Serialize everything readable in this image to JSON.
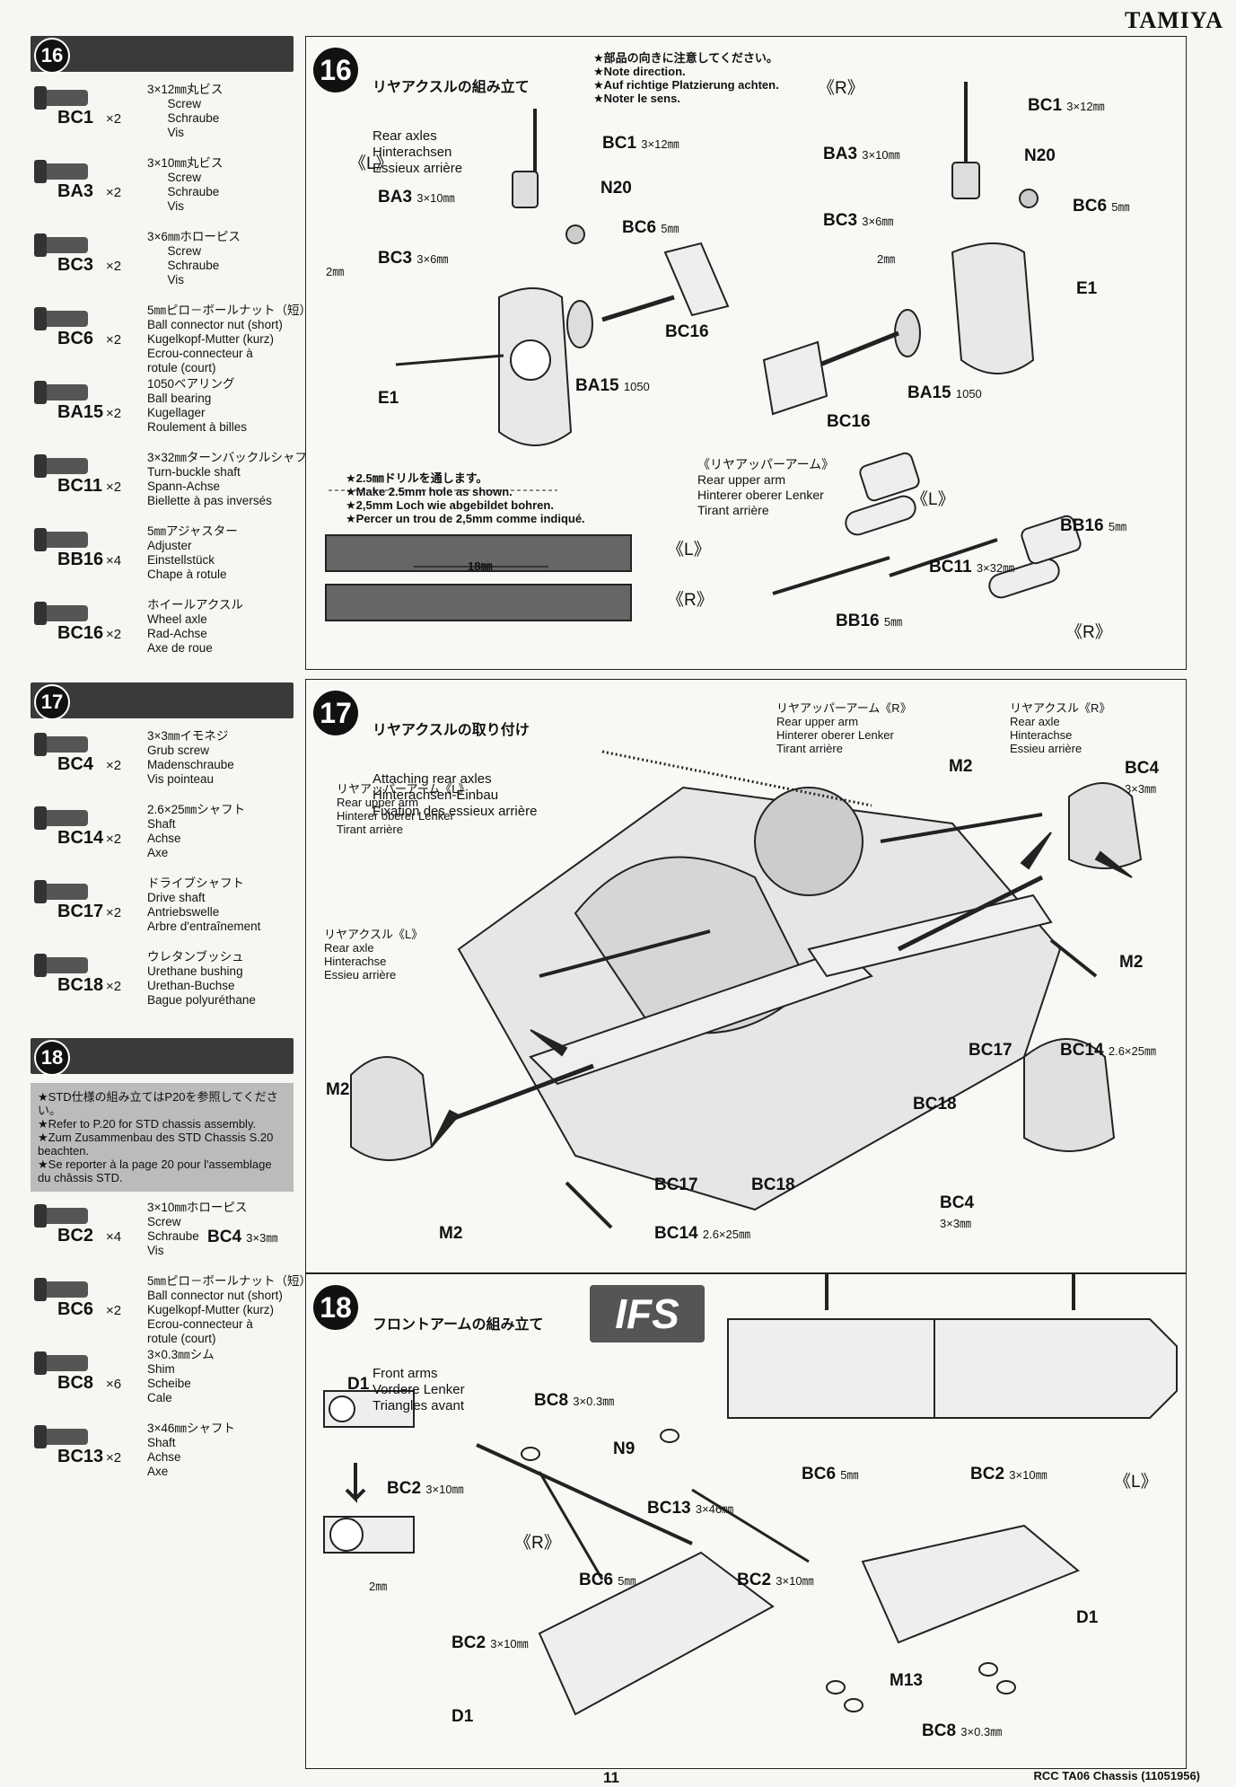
{
  "brand": "TAMIYA",
  "page_number": "11",
  "footer": "RCC TA06 Chassis (11051956)",
  "sidebar": {
    "step16": {
      "num": "16",
      "parts": [
        {
          "code": "BC1",
          "qty": "×2",
          "desc": "3×12㎜丸ビス\n      Screw\n      Schraube\n      Vis"
        },
        {
          "code": "BA3",
          "qty": "×2",
          "desc": "3×10㎜丸ビス\n      Screw\n      Schraube\n      Vis"
        },
        {
          "code": "BC3",
          "qty": "×2",
          "desc": "3×6㎜ホローピス\n      Screw\n      Schraube\n      Vis"
        },
        {
          "code": "BC6",
          "qty": "×2",
          "desc": "5㎜ピロ－ボールナット（短）\nBall connector nut (short)\nKugelkopf-Mutter (kurz)\nEcrou-connecteur à\nrotule (court)"
        },
        {
          "code": "BA15",
          "qty": "×2",
          "desc": "1050ベアリング\nBall bearing\nKugellager\nRoulement à billes"
        },
        {
          "code": "BC11",
          "qty": "×2",
          "desc": "3×32㎜ターンバックルシャフト\nTurn-buckle shaft\nSpann-Achse\nBiellette à pas inversés"
        },
        {
          "code": "BB16",
          "qty": "×4",
          "desc": "5㎜アジャスター\nAdjuster\nEinstellstück\nChape à rotule"
        },
        {
          "code": "BC16",
          "qty": "×2",
          "desc": "ホイールアクスル\nWheel axle\nRad-Achse\nAxe de roue"
        }
      ]
    },
    "step17": {
      "num": "17",
      "parts": [
        {
          "code": "BC4",
          "qty": "×2",
          "desc": "3×3㎜イモネジ\nGrub screw\nMadenschraube\nVis pointeau"
        },
        {
          "code": "BC14",
          "qty": "×2",
          "desc": "2.6×25㎜シャフト\nShaft\nAchse\nAxe"
        },
        {
          "code": "BC17",
          "qty": "×2",
          "desc": "ドライブシャフト\nDrive shaft\nAntriebswelle\nArbre d'entraînement"
        },
        {
          "code": "BC18",
          "qty": "×2",
          "desc": "ウレタンブッシュ\nUrethane bushing\nUrethan-Buchse\nBague polyuréthane"
        }
      ]
    },
    "step18": {
      "num": "18",
      "note": "★STD仕様の組み立てはP20を参照してください。\n★Refer to P.20 for STD chassis assembly.\n★Zum Zusammenbau des STD Chassis S.20 beachten.\n★Se reporter à la page 20 pour l'assemblage du châssis STD.",
      "parts": [
        {
          "code": "BC2",
          "qty": "×4",
          "desc": "3×10㎜ホローピス\nScrew\nSchraube\nVis"
        },
        {
          "code": "BC6",
          "qty": "×2",
          "desc": "5㎜ピロ－ボールナット（短）\nBall connector nut (short)\nKugelkopf-Mutter (kurz)\nEcrou-connecteur à\nrotule (court)"
        },
        {
          "code": "BC8",
          "qty": "×6",
          "desc": "3×0.3㎜シム\nShim\nScheibe\nCale"
        },
        {
          "code": "BC13",
          "qty": "×2",
          "desc": "3×46㎜シャフト\nShaft\nAchse\nAxe"
        }
      ]
    }
  },
  "panel16": {
    "num": "16",
    "title_jp": "リヤアクスルの組み立て",
    "title": "Rear axles\nHinterachsen\nEssieux arrière",
    "direction_note": "★部品の向きに注意してください。\n★Note direction.\n★Auf richtige Platzierung achten.\n★Noter le sens.",
    "left_mark": "《L》",
    "right_mark": "《R》",
    "drill_note": "★2.5㎜ドリルを通します。\n★Make 2.5mm hole as shown.\n★2,5mm Loch wie abgebildet bohren.\n★Percer un trou de 2,5mm comme indiqué.",
    "upper_arm_title": "《リヤアッパーアーム》\nRear upper arm\nHinterer oberer Lenker\nTirant arrière",
    "dim_18": "18㎜",
    "dim_2": "2㎜",
    "labels": {
      "bc1": "BC1",
      "bc1_size": "3×12㎜",
      "ba3": "BA3",
      "ba3_size": "3×10㎜",
      "n20": "N20",
      "bc6": "BC6",
      "bc6_size": "5㎜",
      "bc3": "BC3",
      "bc3_size": "3×6㎜",
      "bc16": "BC16",
      "ba15": "BA15",
      "ba15_size": "1050",
      "e1": "E1",
      "bb16": "BB16",
      "bb16_size": "5㎜",
      "bc11": "BC11",
      "bc11_size": "3×32㎜"
    }
  },
  "panel17": {
    "num": "17",
    "title_jp": "リヤアクスルの取り付け",
    "title": "Attaching rear axles\nHinterachsen-Einbau\nFixation des essieux arrière",
    "upper_arm_r": "リヤアッパーアーム《R》\nRear upper arm\nHinterer oberer Lenker\nTirant arrière",
    "axle_r": "リヤアクスル《R》\nRear axle\nHinterachse\nEssieu arrière",
    "upper_arm_l": "リヤアッパーアーム《L》\nRear upper arm\nHinterer oberer Lenker\nTirant arrière",
    "axle_l": "リヤアクスル《L》\nRear axle\nHinterachse\nEssieu arrière",
    "labels": {
      "m2": "M2",
      "bc4": "BC4",
      "bc4_size": "3×3㎜",
      "bc17": "BC17",
      "bc18": "BC18",
      "bc14": "BC14",
      "bc14_size": "2.6×25㎜"
    }
  },
  "panel18": {
    "num": "18",
    "title_jp": "フロントアームの組み立て",
    "title": "Front arms\nVordere Lenker\nTriangles avant",
    "ifs": "IFS",
    "left_mark": "《L》",
    "right_mark": "《R》",
    "dim_2": "2㎜",
    "labels": {
      "d1": "D1",
      "bc2": "BC2",
      "bc2_size": "3×10㎜",
      "bc8": "BC8",
      "bc8_size": "3×0.3㎜",
      "n9": "N9",
      "bc13": "BC13",
      "bc13_size": "3×46㎜",
      "bc6": "BC6",
      "bc6_size": "5㎜",
      "m13": "M13"
    }
  }
}
